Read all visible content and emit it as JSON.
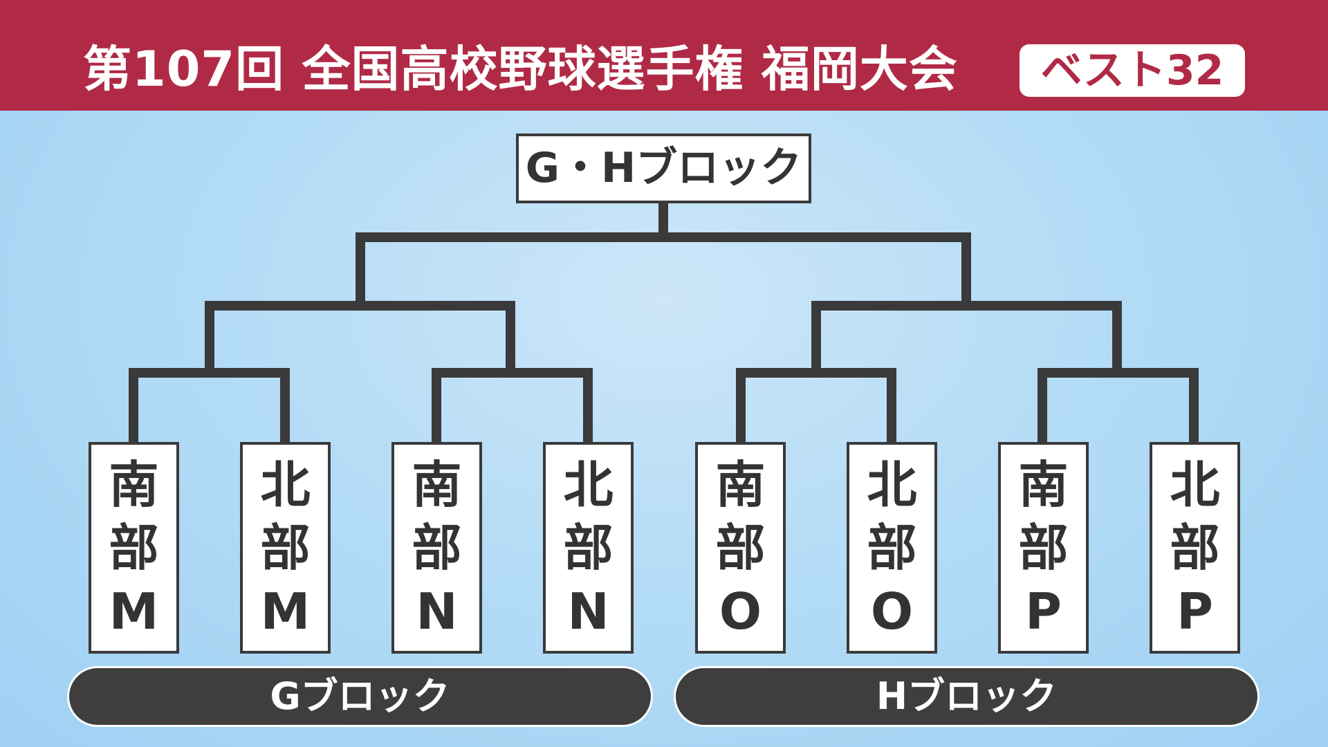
{
  "header": {
    "title": "第107回 全国高校野球選手権 福岡大会",
    "badge": "ベスト32"
  },
  "bracket": {
    "top_label": "G・Hブロック",
    "teams": [
      {
        "chars": [
          "南",
          "部",
          "M"
        ]
      },
      {
        "chars": [
          "北",
          "部",
          "M"
        ]
      },
      {
        "chars": [
          "南",
          "部",
          "N"
        ]
      },
      {
        "chars": [
          "北",
          "部",
          "N"
        ]
      },
      {
        "chars": [
          "南",
          "部",
          "O"
        ]
      },
      {
        "chars": [
          "北",
          "部",
          "O"
        ]
      },
      {
        "chars": [
          "南",
          "部",
          "P"
        ]
      },
      {
        "chars": [
          "北",
          "部",
          "P"
        ]
      }
    ],
    "blocks": [
      {
        "label": "Gブロック"
      },
      {
        "label": "Hブロック"
      }
    ]
  },
  "colors": {
    "header_bg": "#b02a46",
    "bracket_line": "#3a3a3a",
    "block_bg": "#3e3e3e"
  }
}
